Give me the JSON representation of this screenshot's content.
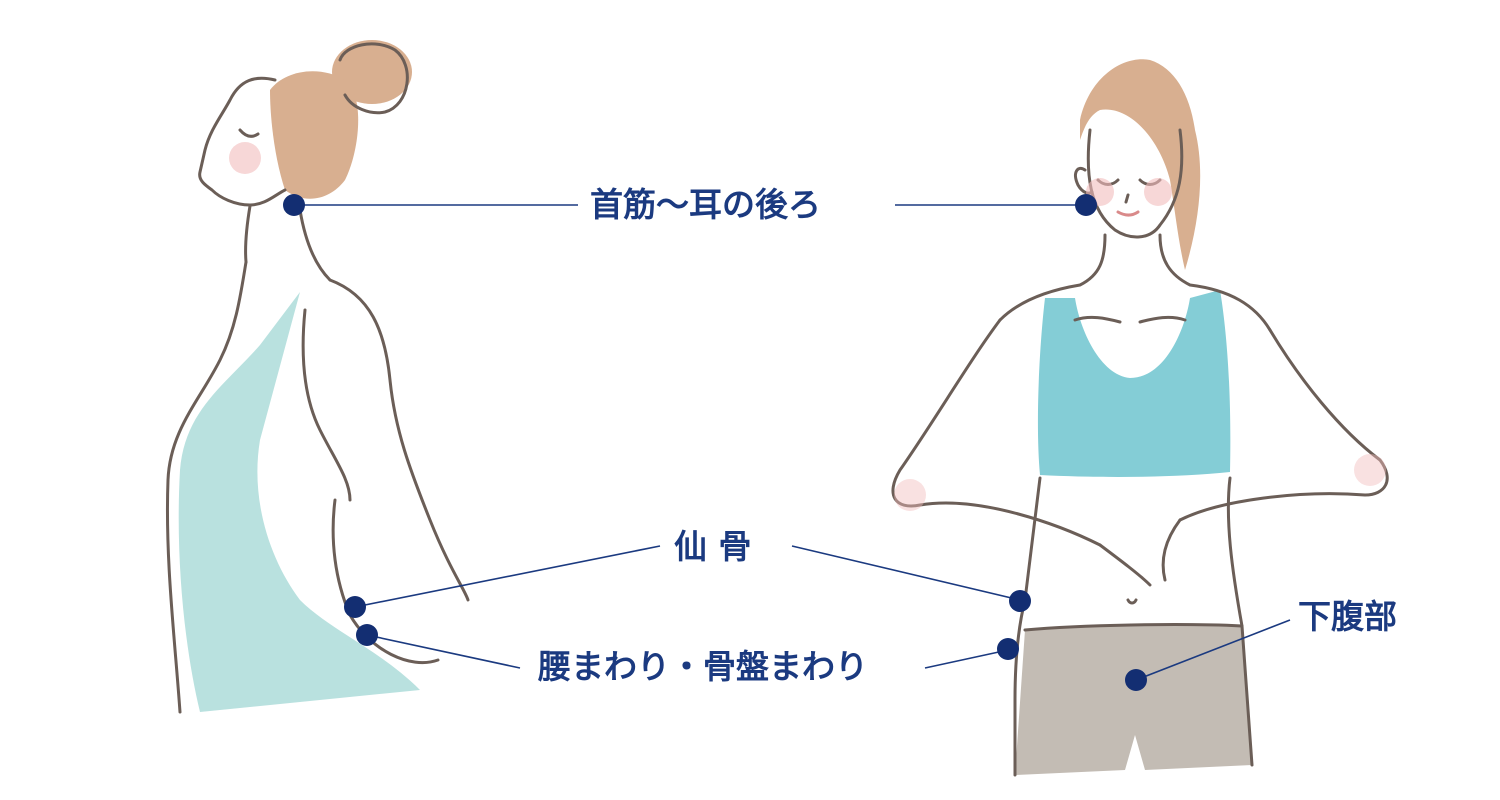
{
  "labels": {
    "neck": "首筋〜耳の後ろ",
    "sacrum": "仙 骨",
    "waist_pelvis": "腰まわり・骨盤まわり",
    "lower_abdomen": "下腹部"
  },
  "colors": {
    "label_text": "#1b3a80",
    "leader_line": "#1b3a80",
    "marker_dot": "#132e72",
    "outline": "#6b5e57",
    "hair": "#d8af90",
    "tank_top": "#b9e1df",
    "sports_bra": "#84cdd6",
    "shorts": "#c3bcb4",
    "blush": "#f2bdbd"
  }
}
